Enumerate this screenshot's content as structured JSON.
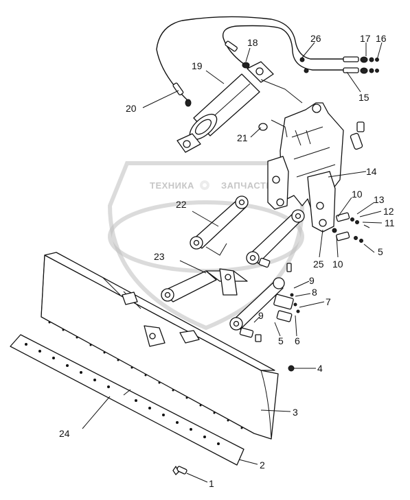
{
  "watermark": {
    "left_word": "ТЕХНИКА",
    "right_word": "ЗАПЧАСТИ"
  },
  "callouts": {
    "c1": "1",
    "c2": "2",
    "c3": "3",
    "c4": "4",
    "c5a": "5",
    "c5b": "5",
    "c6": "6",
    "c7": "7",
    "c8": "8",
    "c9a": "9",
    "c9b": "9",
    "c10a": "10",
    "c10b": "10",
    "c11": "11",
    "c12": "12",
    "c13": "13",
    "c14": "14",
    "c15": "15",
    "c16": "16",
    "c17": "17",
    "c18": "18",
    "c19": "19",
    "c20": "20",
    "c21": "21",
    "c22": "22",
    "c23": "23",
    "c24": "24",
    "c25": "25",
    "c26": "26"
  }
}
